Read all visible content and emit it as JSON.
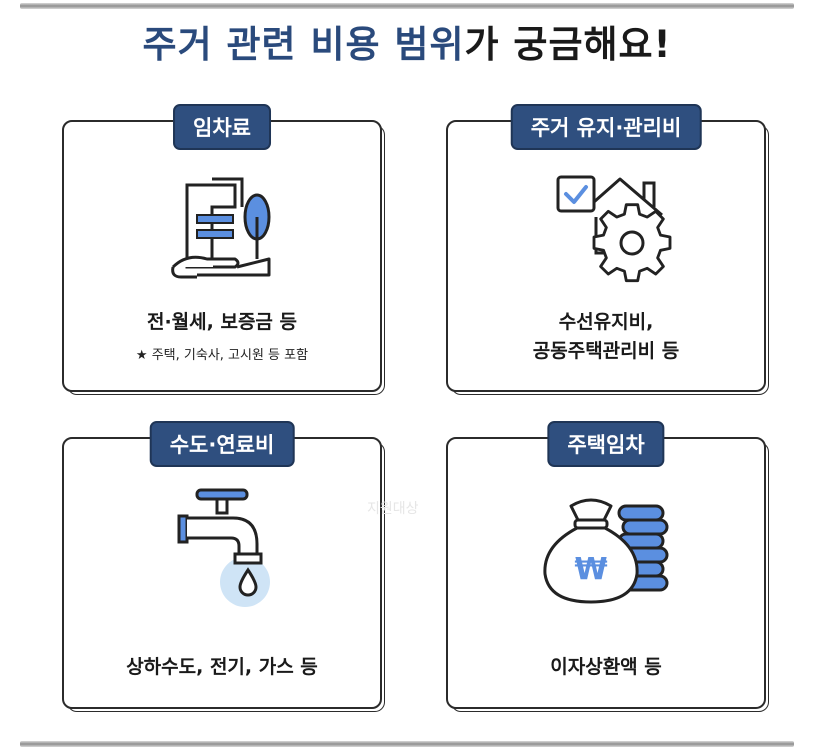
{
  "title": {
    "accent": "주거 관련 비용 범위",
    "rest": "가 궁금해요!"
  },
  "cards": [
    {
      "badge": "임차료",
      "line1": "전·월세, 보증금 등",
      "note": "★ 주택, 기숙사, 고시원 등 포함",
      "icon": "building-hand-icon"
    },
    {
      "badge": "주거 유지·관리비",
      "line1": "수선유지비,",
      "line2": "공동주택관리비 등",
      "icon": "house-gear-icon"
    },
    {
      "badge": "수도·연료비",
      "line1": "상하수도, 전기, 가스 등",
      "icon": "faucet-icon"
    },
    {
      "badge": "주택임차",
      "line1": "이자상환액 등",
      "icon": "money-bag-icon"
    }
  ],
  "watermark": "지원대상",
  "colors": {
    "accent": "#2f4f7f",
    "icon_blue": "#5b8fe0",
    "icon_light": "#cfe4f6"
  }
}
